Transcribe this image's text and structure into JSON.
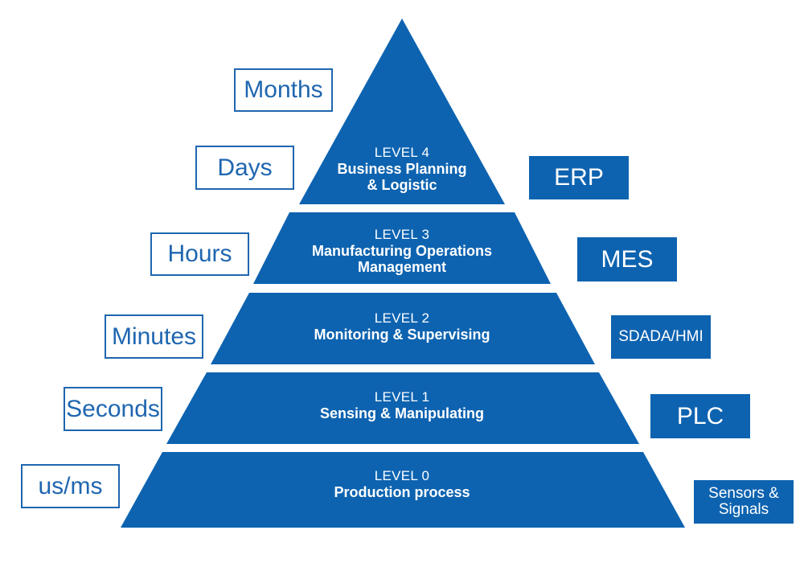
{
  "colors": {
    "pyramid_fill": "#0d63b0",
    "timescale_border": "#1f66b0",
    "timescale_text": "#1f66b0",
    "system_fill": "#0d63b0",
    "system_text": "#ffffff"
  },
  "levels": [
    {
      "number": "LEVEL 4",
      "title_line1": "Business Planning",
      "title_line2": "& Logistic"
    },
    {
      "number": "LEVEL 3",
      "title_line1": "Manufacturing Operations",
      "title_line2": "Management"
    },
    {
      "number": "LEVEL 2",
      "title_line1": "Monitoring & Supervising",
      "title_line2": ""
    },
    {
      "number": "LEVEL 1",
      "title_line1": "Sensing & Manipulating",
      "title_line2": ""
    },
    {
      "number": "LEVEL 0",
      "title_line1": "Production process",
      "title_line2": ""
    }
  ],
  "timescales": [
    "Months",
    "Days",
    "Hours",
    "Minutes",
    "Seconds",
    "us/ms"
  ],
  "systems": [
    {
      "line1": "ERP",
      "line2": ""
    },
    {
      "line1": "MES",
      "line2": ""
    },
    {
      "line1": "SDADA/HMI",
      "line2": ""
    },
    {
      "line1": "PLC",
      "line2": ""
    },
    {
      "line1": "Sensors &",
      "line2": "Signals"
    }
  ]
}
